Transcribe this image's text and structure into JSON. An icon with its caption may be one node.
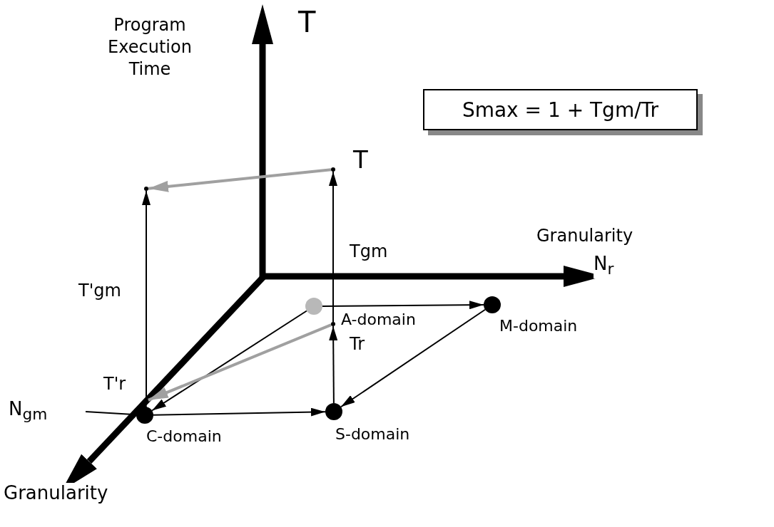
{
  "diagram": {
    "nodes": [
      {
        "text": [
          "Smax = 1 + Tgm/Tr"
        ]
      },
      {
        "text": [],
        "shape": "circle"
      },
      {
        "text": [],
        "shape": "circle",
        "beside": [
          "M-domain"
        ]
      },
      {
        "text": [],
        "shape": "circle",
        "beside": [
          "C-domain"
        ]
      },
      {
        "text": [],
        "shape": "circle",
        "beside": [
          "S-domain"
        ]
      },
      {
        "text": [],
        "shape": "point"
      },
      {
        "text": [],
        "shape": "point"
      },
      {
        "text": [],
        "shape": "point"
      },
      {
        "text": [],
        "shape": "point",
        "beside": [
          "T"
        ]
      }
    ],
    "edges": [
      {
        "from": 1,
        "to": 2,
        "arrow": "to"
      },
      {
        "from": 1,
        "to": 3,
        "arrow": "to"
      },
      {
        "from": 2,
        "to": 4,
        "arrow": "to"
      },
      {
        "from": 3,
        "to": 4,
        "arrow": "to"
      },
      {
        "from": null,
        "to": 3,
        "arrow": "none"
      },
      {
        "from": 3,
        "to": 6,
        "arrow": "to",
        "label": "T'r"
      },
      {
        "from": 6,
        "to": 5,
        "arrow": "to",
        "label": "T'gm"
      },
      {
        "from": 4,
        "to": 7,
        "arrow": "to",
        "label": "Tr"
      },
      {
        "from": 7,
        "to": 8,
        "arrow": "to",
        "label": "Tgm"
      },
      {
        "from": 8,
        "to": 5,
        "arrow": "to",
        "style": "thick",
        "color": "#a0a0a0"
      },
      {
        "from": 7,
        "to": 6,
        "arrow": "to",
        "style": "thick",
        "color": "#a0a0a0"
      }
    ],
    "labels": [
      "Program Execution Time",
      "T",
      "Granularity",
      "N$_{r}$",
      "N$_{gm}$",
      "Granularity",
      "A-domain"
    ]
  }
}
